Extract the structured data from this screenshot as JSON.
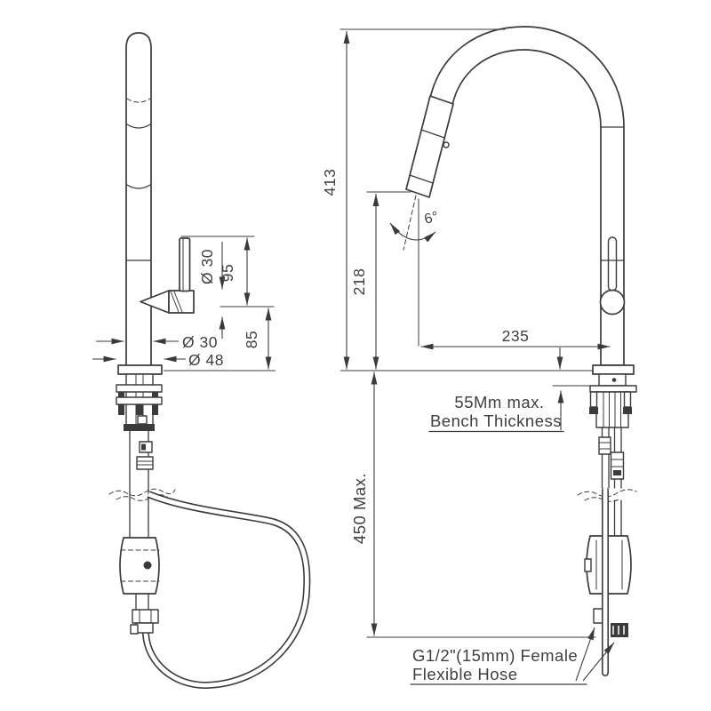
{
  "page": {
    "background": "#ffffff",
    "line_color": "#3b3b3b"
  },
  "views": {
    "side_view": {
      "dims": {
        "body_diameter": "Ø 30",
        "cartridge_height": "95",
        "body_height": "85",
        "pipe_diameter": "Ø 30",
        "base_diameter": "Ø 48"
      }
    },
    "front_view": {
      "dims": {
        "overall_height": "413",
        "spout_clearance": "218",
        "spout_reach": "235",
        "swivel_angle": "6°",
        "under_bench_max": "450 Max."
      },
      "notes": {
        "bench_line1": "55Mm max.",
        "bench_line2": "Bench Thickness",
        "hose_line1": "G1/2\"(15mm) Female",
        "hose_line2": "Flexible Hose"
      }
    }
  }
}
